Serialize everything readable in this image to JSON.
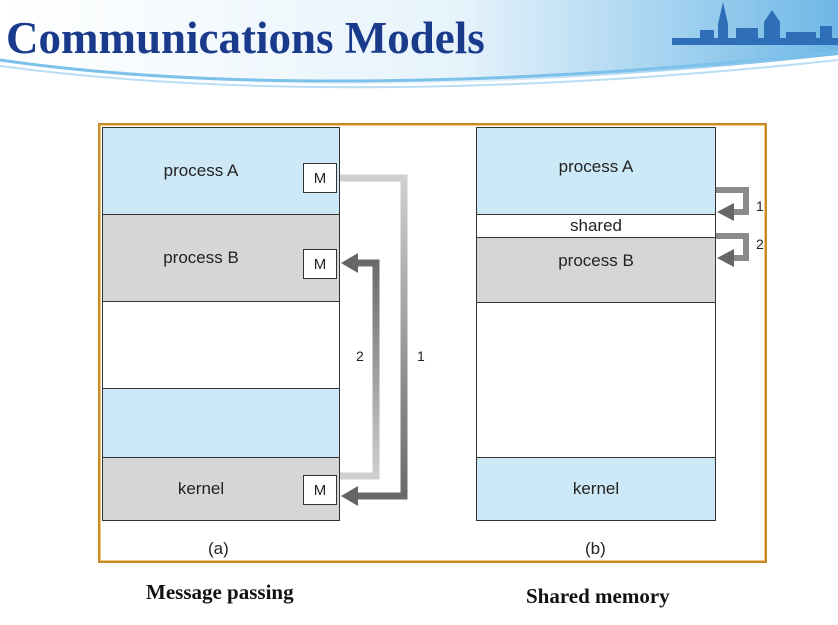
{
  "title": "Communications Models",
  "diagram_a": {
    "segments": [
      {
        "label": "process A",
        "fill": "blue"
      },
      {
        "label": "process B",
        "fill": "grey"
      },
      {
        "label": "",
        "fill": "white"
      },
      {
        "label": "",
        "fill": "blue"
      },
      {
        "label": "kernel",
        "fill": "grey"
      }
    ],
    "message_box": "M",
    "arrow_1": "1",
    "arrow_2": "2",
    "sublabel": "(a)"
  },
  "diagram_b": {
    "segments": [
      {
        "label": "process A",
        "fill": "blue"
      },
      {
        "label": "shared",
        "fill": "white"
      },
      {
        "label": "process B",
        "fill": "grey"
      },
      {
        "label": "",
        "fill": "white"
      },
      {
        "label": "kernel",
        "fill": "blue"
      }
    ],
    "arrow_1": "1",
    "arrow_2": "2",
    "sublabel": "(b)"
  },
  "captions": {
    "left": "Message passing",
    "right": "Shared memory"
  },
  "colors": {
    "title": "#1a3a8c",
    "segment_blue": "#cde9f7",
    "segment_grey": "#d6d6d6",
    "frame": "#c88a2a"
  }
}
